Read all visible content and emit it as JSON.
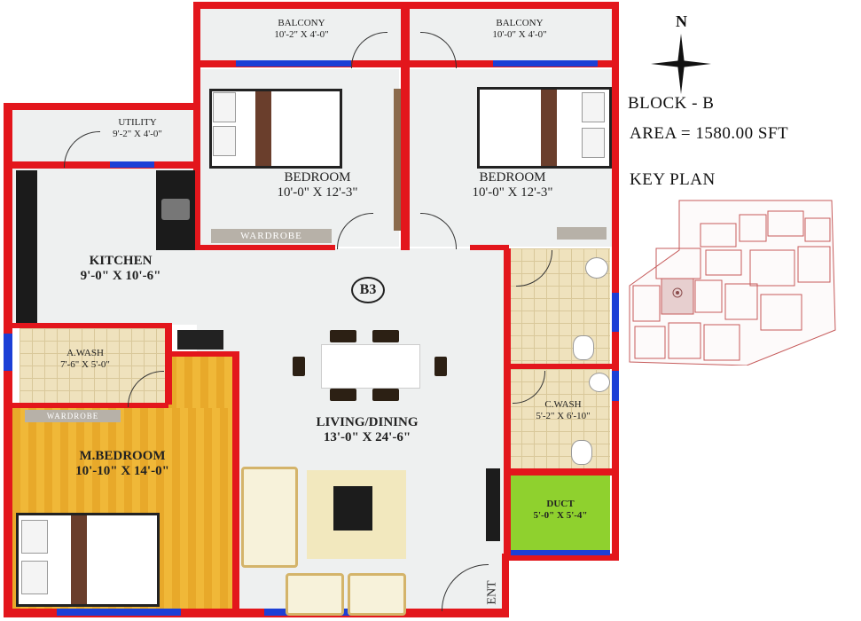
{
  "block": "BLOCK - B",
  "area": "AREA = 1580.00 SFT",
  "key_plan": "KEY PLAN",
  "north": "N",
  "unit": "B3",
  "entrance": "ENT",
  "rooms": {
    "balcony_left": {
      "name": "BALCONY",
      "size": "10'-2\" X 4'-0\""
    },
    "balcony_right": {
      "name": "BALCONY",
      "size": "10'-0\" X 4'-0\""
    },
    "utility": {
      "name": "UTILITY",
      "size": "9'-2\" X 4'-0\""
    },
    "bedroom_left": {
      "name": "BEDROOM",
      "size": "10'-0\" X 12'-3\""
    },
    "bedroom_right": {
      "name": "BEDROOM",
      "size": "10'-0\" X 12'-3\""
    },
    "kitchen": {
      "name": "KITCHEN",
      "size": "9'-0\" X 10'-6\""
    },
    "a_wash": {
      "name": "A.WASH",
      "size": "7'-6\" X 5'-0\""
    },
    "m_bedroom": {
      "name": "M.BEDROOM",
      "size": "10'-10\" X 14'-0\""
    },
    "living": {
      "name": "LIVING/DINING",
      "size": "13'-0\" X 24'-6\""
    },
    "c_wash": {
      "name": "C.WASH",
      "size": "5'-2\" X 6'-10\""
    },
    "duct": {
      "name": "DUCT",
      "size": "5'-0\" X 5'-4\""
    }
  },
  "wardrobe_labels": [
    "WARDROBE",
    "WARDROBE"
  ],
  "colors": {
    "wall": "#e3161c",
    "window": "#1c3fd6",
    "duct": "#8fd12e",
    "wood": "#f0b838"
  }
}
